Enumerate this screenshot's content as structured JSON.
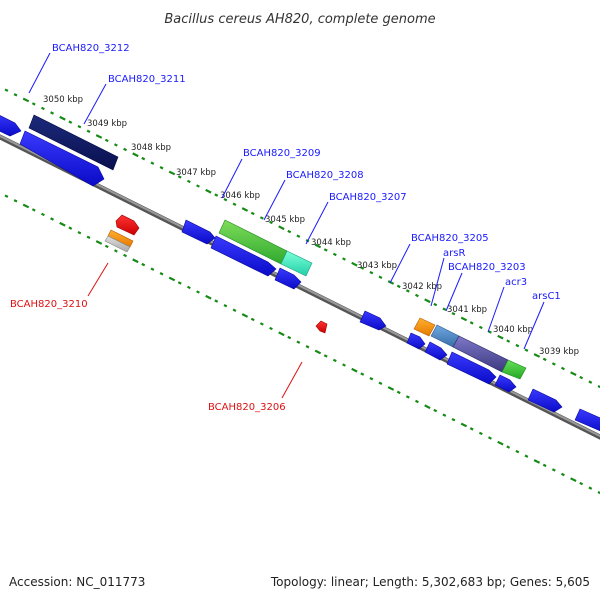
{
  "title": "Bacillus cereus AH820, complete genome",
  "accession": "Accession: NC_011773",
  "summary": "Topology: linear; Length: 5,302,683 bp; Genes: 5,605",
  "colors": {
    "forward_label": "#1a1aff",
    "reverse_label": "#dd1111",
    "scale_tick": "#168a16",
    "backbone": "#777777",
    "generic_gene": "#1a1aee"
  },
  "scale_ticks": [
    {
      "label": "3050 kbp"
    },
    {
      "label": "3049 kbp"
    },
    {
      "label": "3048 kbp"
    },
    {
      "label": "3047 kbp"
    },
    {
      "label": "3046 kbp"
    },
    {
      "label": "3045 kbp"
    },
    {
      "label": "3044 kbp"
    },
    {
      "label": "3043 kbp"
    },
    {
      "label": "3042 kbp"
    },
    {
      "label": "3041 kbp"
    },
    {
      "label": "3040 kbp"
    },
    {
      "label": "3039 kbp"
    }
  ],
  "gene_labels": [
    {
      "text": "BCAH820_3212",
      "strand": "forward"
    },
    {
      "text": "BCAH820_3211",
      "strand": "forward"
    },
    {
      "text": "BCAH820_3209",
      "strand": "forward"
    },
    {
      "text": "BCAH820_3208",
      "strand": "forward"
    },
    {
      "text": "BCAH820_3207",
      "strand": "forward"
    },
    {
      "text": "BCAH820_3205",
      "strand": "forward"
    },
    {
      "text": "arsR",
      "strand": "forward"
    },
    {
      "text": "BCAH820_3203",
      "strand": "forward"
    },
    {
      "text": "acr3",
      "strand": "forward"
    },
    {
      "text": "arsC1",
      "strand": "forward"
    },
    {
      "text": "BCAH820_3210",
      "strand": "reverse"
    },
    {
      "text": "BCAH820_3206",
      "strand": "reverse"
    }
  ]
}
